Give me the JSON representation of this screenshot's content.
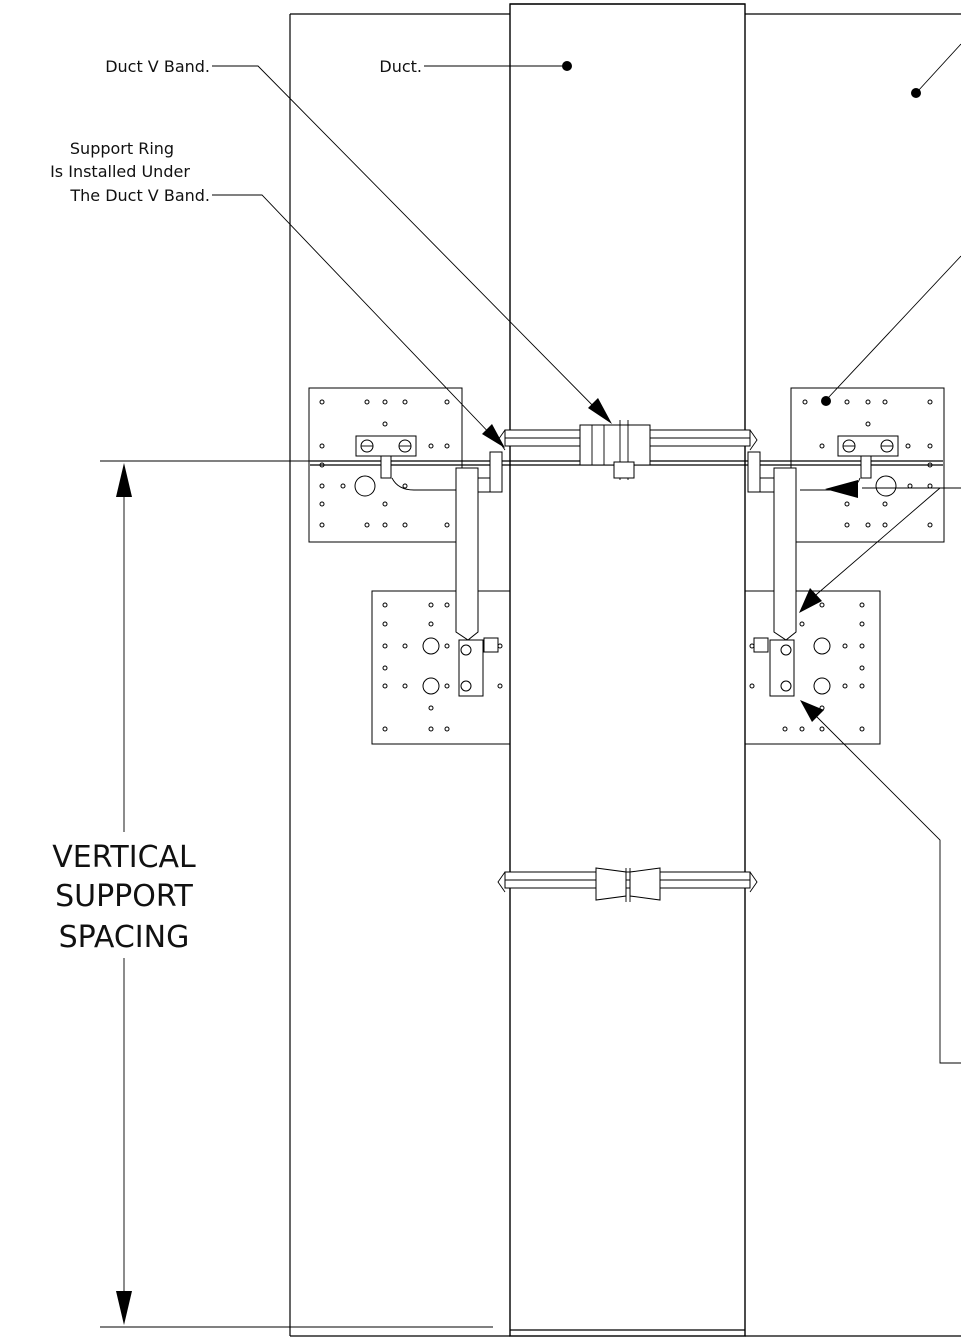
{
  "labels": {
    "duct_v_band": "Duct V Band.",
    "duct": "Duct.",
    "support_ring_line1": "Support Ring",
    "support_ring_line2": "Is Installed Under",
    "support_ring_line3": "The Duct V Band.",
    "dimension_line1": "VERTICAL",
    "dimension_line2": "SUPPORT",
    "dimension_line3": "SPACING"
  },
  "colors": {
    "line": "#000000",
    "background": "#ffffff"
  }
}
